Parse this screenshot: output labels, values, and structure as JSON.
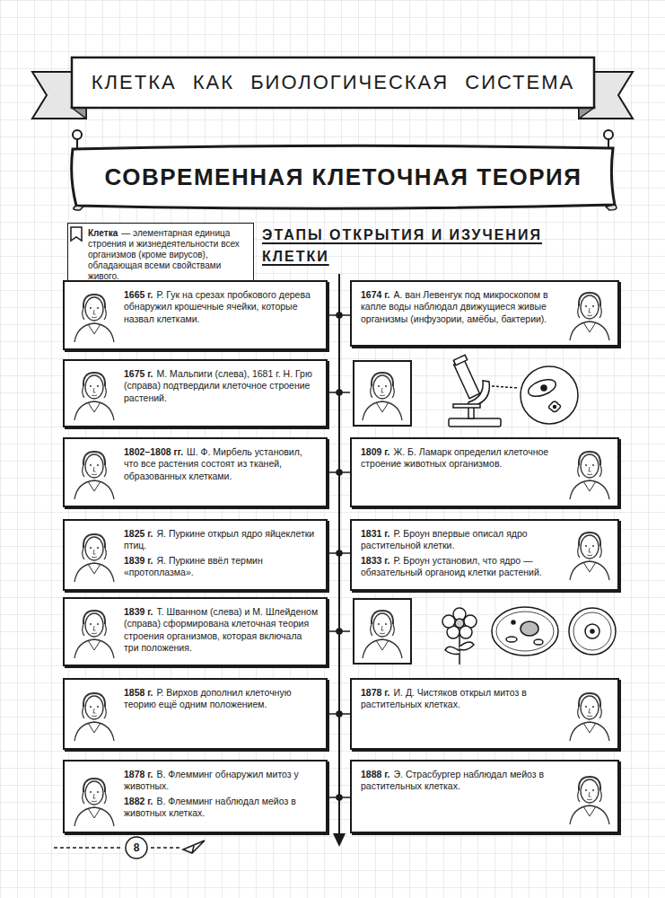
{
  "diagram": {
    "title": "КЛЕТКА КАК БИОЛОГИЧЕСКАЯ СИСТЕМА",
    "nodes": [
      {
        "text": [
          "СОВРЕМЕННАЯ КЛЕТОЧНАЯ ТЕОРИЯ"
        ]
      },
      {
        "text": [
          "Клетка",
          "— элементарная единица строения и жизнедеятельности всех организмов (кроме вирусов), обладающая всеми свойствами живого."
        ]
      },
      {
        "text": [
          "1665 г.",
          "Р. Гук на срезах пробкового дерева обнаружил крошечные ячейки, которые назвал клетками."
        ]
      },
      {
        "text": [
          "1674 г.",
          "А. ван Левенгук под микроскопом в капле воды наблюдал движущиеся живые организмы (инфузории, амёбы, бактерии)."
        ]
      },
      {
        "text": [
          "1675 г.",
          "М. Мальпиги (слева), 1681 г. Н. Грю (справа) подтвердили клеточное строение растений."
        ]
      },
      {
        "text": [
          "1802–1808 гг.",
          "Ш. Ф. Мирбель установил, что все растения состоят из тканей, образованных клетками."
        ]
      },
      {
        "text": [
          "1809 г.",
          "Ж. Б. Ламарк определил клеточное строение животных организмов."
        ]
      },
      {
        "text": [
          "1825 г.",
          "Я. Пуркине открыл ядро яйцеклетки птиц.",
          "1839 г.",
          "Я. Пуркине ввёл термин «протоплазма»."
        ]
      },
      {
        "text": [
          "1831 г.",
          "Р. Броун впервые описал ядро растительной клетки.",
          "1833 г.",
          "Р. Броун установил, что ядро — обязательный органоид клетки растений."
        ]
      },
      {
        "text": [
          "1839 г.",
          "Т. Шванном (слева) и М. Шлейденом (справа) сформирована клеточная теория строения организмов, которая включала три положения."
        ]
      },
      {
        "text": [
          "1858 г.",
          "Р. Вирхов дополнил клеточную теорию ещё одним положением."
        ]
      },
      {
        "text": [
          "1878 г.",
          "И. Д. Чистяков открыл митоз в растительных клетках."
        ]
      },
      {
        "text": [
          "1878 г.",
          "В. Флемминг обнаружил митоз у животных.",
          "1882 г.",
          "В. Флемминг наблюдал мейоз в животных клетках."
        ]
      },
      {
        "text": [
          "1888 г.",
          "Э. Страсбургер наблюдал мейоз в растительных клетках."
        ]
      },
      {
        "text": [
          "8"
        ]
      }
    ],
    "labels": [
      "ЭТАПЫ ОТКРЫТИЯ И ИЗУЧЕНИЯ КЛЕТКИ"
    ]
  }
}
